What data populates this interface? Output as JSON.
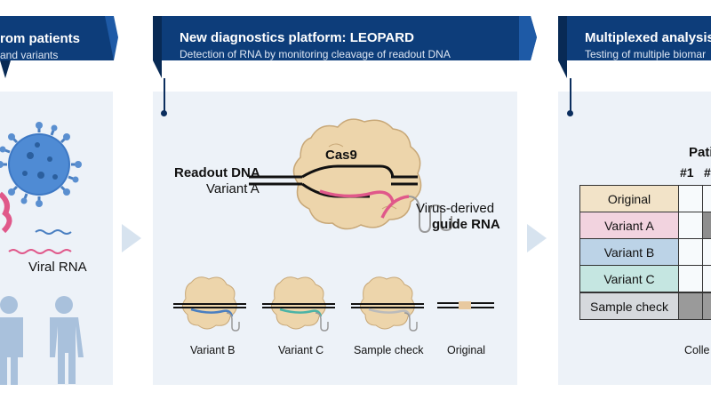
{
  "panels": [
    {
      "title": "rom patients",
      "subtitle": "and variants"
    },
    {
      "title": "New diagnostics platform: LEOPARD",
      "subtitle": "Detection of RNA by monitoring cleavage of readout DNA"
    },
    {
      "title": "Multiplexed analysis",
      "subtitle": "Testing of multiple biomar"
    }
  ],
  "left": {
    "viral_rna": "Viral RNA"
  },
  "center": {
    "cas9": "Cas9",
    "readout_dna": "Readout DNA",
    "variant_a": "Variant A",
    "virus_derived": "Virus-derived",
    "guide_rna": "guide RNA",
    "small_labels": [
      "Variant B",
      "Variant C",
      "Sample check",
      "Original"
    ]
  },
  "right": {
    "header": "Pati",
    "col1": "#1",
    "col2": "#",
    "rows": [
      "Original",
      "Variant A",
      "Variant B",
      "Variant C"
    ],
    "sample_check": "Sample check",
    "footer": "Colle"
  },
  "colors": {
    "banner": "#0d3d7a",
    "banner_light": "#1e5aa6",
    "panel_bg": "#edf2f8",
    "cas9_body": "#edd5ab",
    "pink": "#e0588a",
    "row_original": "#f2e3c8",
    "row_variant_a": "#f2d3df",
    "row_variant_b": "#bcd3e7",
    "row_variant_c": "#c5e6e1"
  }
}
